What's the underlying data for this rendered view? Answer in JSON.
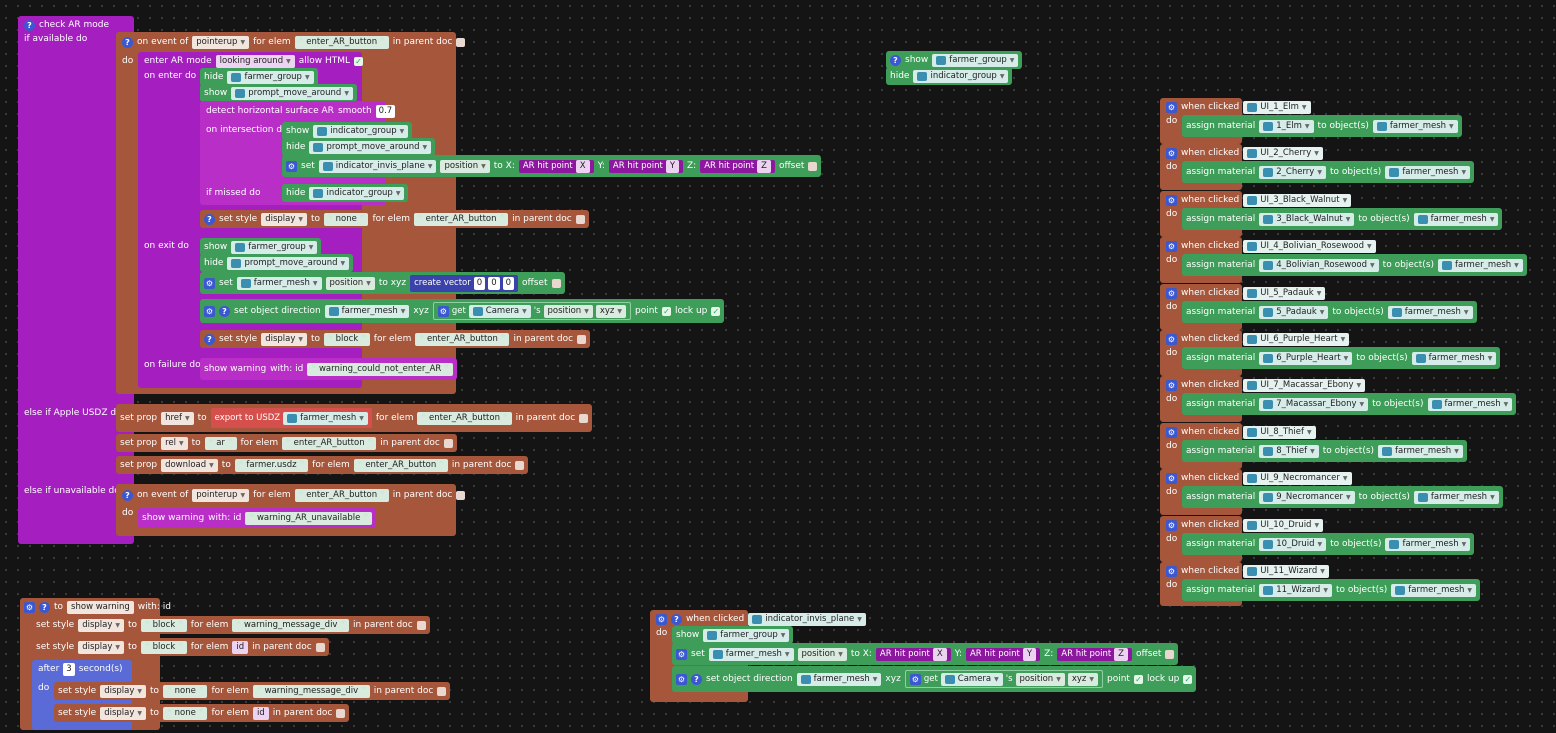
{
  "labels": {
    "check_ar_mode": "check AR mode",
    "if_available_do": "if available do",
    "else_if_apple_usdz_do": "else if Apple USDZ do",
    "else_if_unavailable_do": "else if unavailable do",
    "on_event_of": "on event of",
    "for_elem": "for elem",
    "in_parent_doc": "in parent doc",
    "do": "do",
    "enter_ar_mode": "enter AR mode",
    "allow_html": "allow HTML",
    "on_enter_do": "on enter do",
    "on_exit_do": "on exit do",
    "on_failure_do": "on failure do",
    "hide": "hide",
    "show": "show",
    "detect_surface": "detect horizontal surface AR",
    "smooth": "smooth",
    "on_intersection_do": "on intersection do",
    "if_missed_do": "if missed do",
    "set": "set",
    "to": "to",
    "to_x": "to X:",
    "y": "Y:",
    "z": "Z:",
    "ar_hit_point": "AR hit point",
    "offset": "offset",
    "set_style": "set style",
    "to_xyz": "to xyz",
    "create_vector": "create vector",
    "set_object_direction": "set object direction",
    "xyz": "xyz",
    "get": "get",
    "s": "'s",
    "point": "point",
    "lock_up": "lock up",
    "show_warning": "show warning",
    "with_id": "with: id",
    "set_prop": "set prop",
    "export_to_usdz": "export to USDZ",
    "when_clicked": "when clicked",
    "assign_material": "assign material",
    "to_objects": "to object(s)",
    "to_show_warning": "to",
    "with_id_def": "with: id",
    "after": "after",
    "seconds": "second(s)"
  },
  "values": {
    "pointerup": "pointerup",
    "enter_ar_button": "enter_AR_button",
    "looking_around": "looking around",
    "farmer_group": "farmer_group",
    "prompt_move_around": "prompt_move_around",
    "smooth_value": "0.7",
    "indicator_group": "indicator_group",
    "indicator_invis_plane": "indicator_invis_plane",
    "position": "position",
    "x": "X",
    "yv": "Y",
    "zv": "Z",
    "display": "display",
    "none": "none",
    "block": "block",
    "farmer_mesh": "farmer_mesh",
    "vec0": "0",
    "camera": "Camera",
    "xyz": "xyz",
    "warning_could_not_enter_ar": "warning_could_not_enter_AR",
    "href": "href",
    "rel": "rel",
    "ar": "ar",
    "download": "download",
    "farmer_usdz": "farmer.usdz",
    "warning_ar_unavailable": "warning_AR_unavailable",
    "show_warning_name": "show warning",
    "warning_message_div": "warning_message_div",
    "id": "id",
    "three": "3"
  },
  "materials": [
    {
      "ui": "UI_1_Elm",
      "mat": "1_Elm"
    },
    {
      "ui": "UI_2_Cherry",
      "mat": "2_Cherry"
    },
    {
      "ui": "UI_3_Black_Walnut",
      "mat": "3_Black_Walnut"
    },
    {
      "ui": "UI_4_Bolivian_Rosewood",
      "mat": "4_Bolivian_Rosewood"
    },
    {
      "ui": "UI_5_Padauk",
      "mat": "5_Padauk"
    },
    {
      "ui": "UI_6_Purple_Heart",
      "mat": "6_Purple_Heart"
    },
    {
      "ui": "UI_7_Macassar_Ebony",
      "mat": "7_Macassar_Ebony"
    },
    {
      "ui": "UI_8_Thief",
      "mat": "8_Thief"
    },
    {
      "ui": "UI_9_Necromancer",
      "mat": "9_Necromancer"
    },
    {
      "ui": "UI_10_Druid",
      "mat": "10_Druid"
    },
    {
      "ui": "UI_11_Wizard",
      "mat": "11_Wizard"
    }
  ],
  "colors": {
    "purple": "#a51fc0",
    "brown": "#a6563a",
    "green": "#3e9e59",
    "teal": "#3a9891",
    "blue": "#5a6ad7"
  }
}
